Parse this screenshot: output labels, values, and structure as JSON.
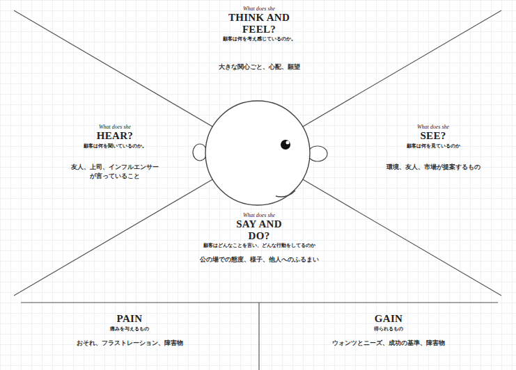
{
  "diagram": {
    "nodes": [
      {
        "text": [
          "What does she",
          "THINK AND FEEL?",
          "顧客は何を考え感じているのか。",
          "大きな関心ごと、心配、願望"
        ]
      },
      {
        "text": [
          "What does she",
          "HEAR?",
          "顧客は何を聞いているのか。",
          "友人、上司、インフルエンサーが言っていること"
        ]
      },
      {
        "text": [
          "What does she",
          "SEE?",
          "顧客は何を見ているのか",
          "環境、友人、市場が提案するもの"
        ]
      },
      {
        "text": [
          "What does she",
          "SAY AND DO?",
          "顧客はどんなことを言い、どんな行動をしてるのか",
          "公の場での態度、様子、他人へのふるまい"
        ]
      },
      {
        "text": [
          "PAIN",
          "痛みを与えるもの",
          "おそれ、フラストレーション、障害物"
        ]
      },
      {
        "text": [
          "GAIN",
          "得られるもの",
          "ウォンツとニーズ、成功の基準、障害物"
        ]
      }
    ]
  }
}
